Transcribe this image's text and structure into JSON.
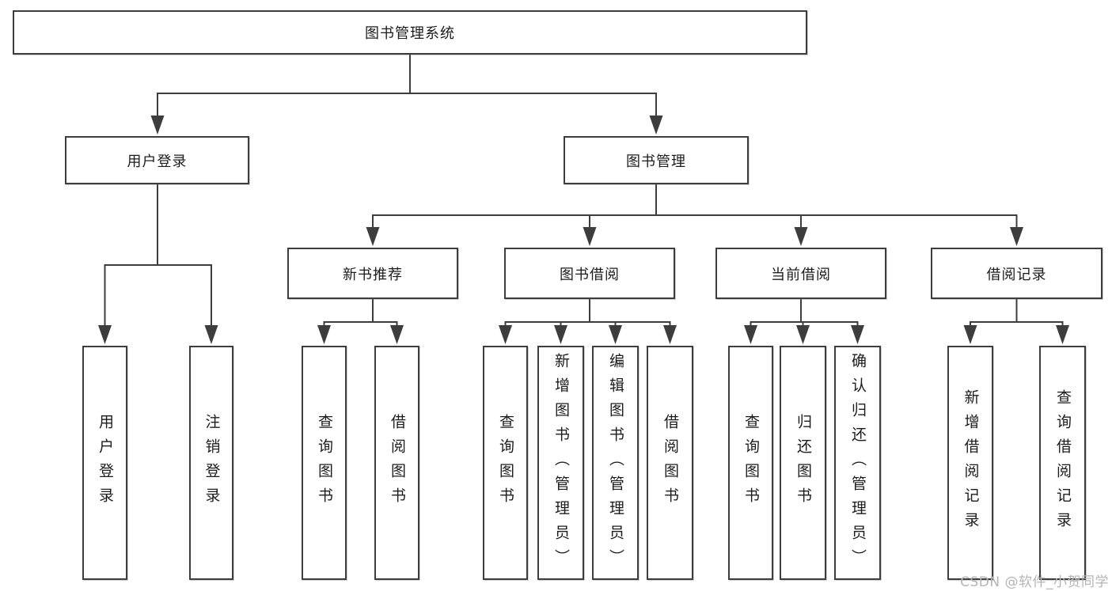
{
  "tree": {
    "label": "图书管理系统",
    "children": [
      {
        "label": "用户登录",
        "children": [
          {
            "label": "用户登录"
          },
          {
            "label": "注销登录"
          }
        ]
      },
      {
        "label": "图书管理",
        "children": [
          {
            "label": "新书推荐",
            "children": [
              {
                "label": "查询图书"
              },
              {
                "label": "借阅图书"
              }
            ]
          },
          {
            "label": "图书借阅",
            "children": [
              {
                "label": "查询图书"
              },
              {
                "label": "新增图书（管理员）"
              },
              {
                "label": "编辑图书（管理员）"
              },
              {
                "label": "借阅图书"
              }
            ]
          },
          {
            "label": "当前借阅",
            "children": [
              {
                "label": "查询图书"
              },
              {
                "label": "归还图书"
              },
              {
                "label": "确认归还（管理员）"
              }
            ]
          },
          {
            "label": "借阅记录",
            "children": [
              {
                "label": "新增借阅记录"
              },
              {
                "label": "查询借阅记录"
              }
            ]
          }
        ]
      }
    ]
  },
  "watermark": {
    "text": "CSDN @软件_小贺同学"
  },
  "colors": {
    "line": "#3d3d3d",
    "text": "#1c1c1c",
    "watermark": "#b5b5b5"
  }
}
